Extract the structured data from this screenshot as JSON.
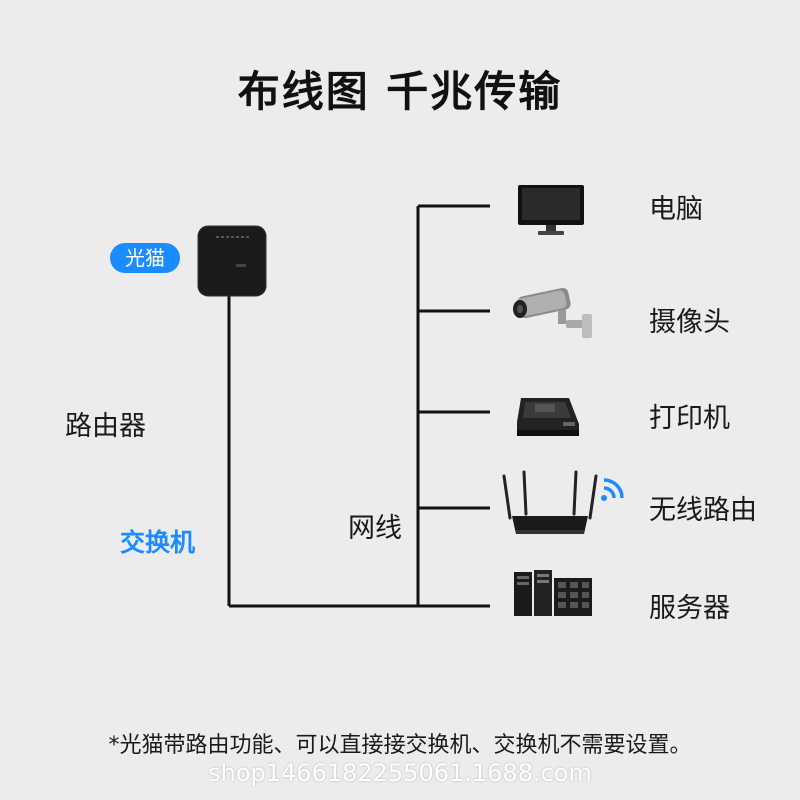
{
  "title": "布线图  千兆传输",
  "modem": {
    "badge": "光猫",
    "icon": "optical-modem-icon"
  },
  "side_labels": {
    "router": "路由器",
    "switch": "交换机",
    "cable": "网线"
  },
  "devices": [
    {
      "label": "电脑",
      "icon": "monitor-icon"
    },
    {
      "label": "摄像头",
      "icon": "camera-icon"
    },
    {
      "label": "打印机",
      "icon": "printer-icon"
    },
    {
      "label": "无线路由",
      "icon": "wifi-router-icon"
    },
    {
      "label": "服务器",
      "icon": "server-icon"
    }
  ],
  "colors": {
    "accent": "#1a8cff",
    "line": "#111111",
    "background": "#ececec"
  },
  "footnote": "*光猫带路由功能、可以直接接交换机、交换机不需要设置。",
  "watermark": "shop1466182255061.1688.com"
}
